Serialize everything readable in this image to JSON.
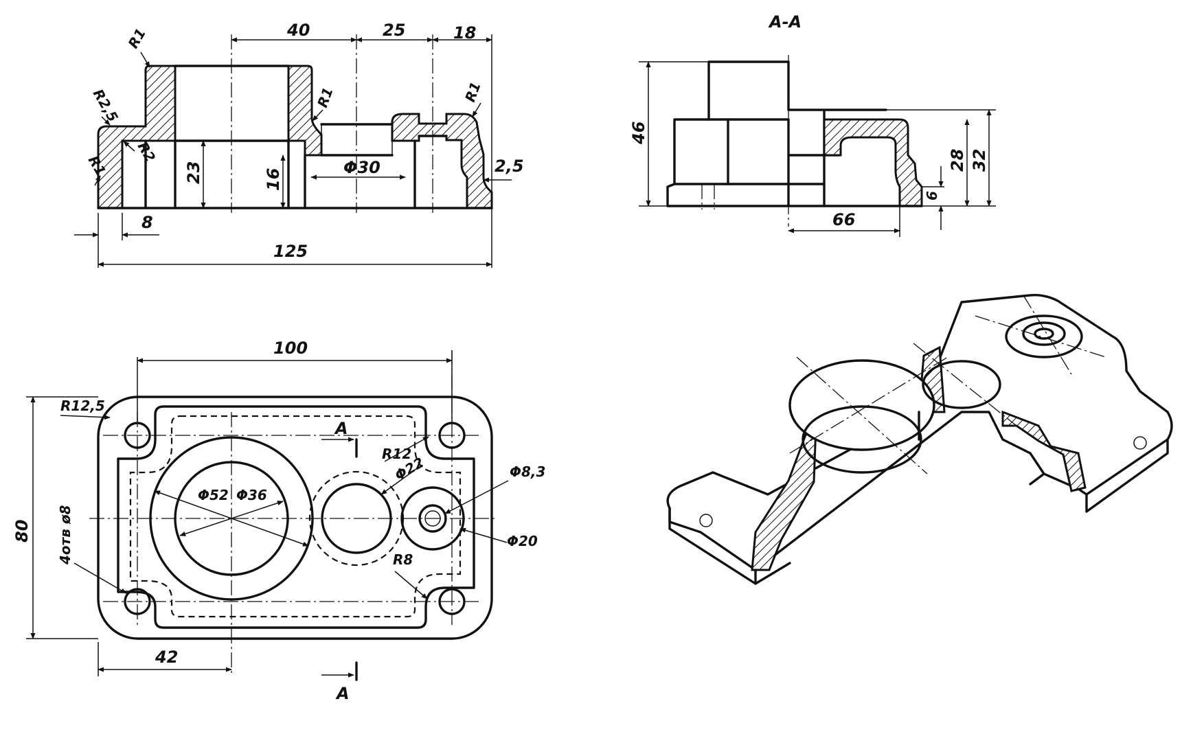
{
  "section_title": "A-A",
  "front_view": {
    "dim_40": "40",
    "dim_25": "25",
    "dim_18": "18",
    "dim_8": "8",
    "dim_125": "125",
    "dim_23": "23",
    "dim_16": "16",
    "dim_2_5": "2,5",
    "dim_d30": "Φ30",
    "r1_a": "R1",
    "r1_b": "R1",
    "r1_c": "R1",
    "r1_d": "R1",
    "r2_5": "R2,5",
    "r2": "R2"
  },
  "section_view": {
    "dim_46": "46",
    "dim_28": "28",
    "dim_32": "32",
    "dim_6": "6",
    "dim_66": "66"
  },
  "top_view": {
    "dim_100": "100",
    "dim_80": "80",
    "dim_42": "42",
    "r12_5": "R12,5",
    "r12": "R12",
    "r8": "R8",
    "d52": "Φ52",
    "d36": "Φ36",
    "d22": "Φ22",
    "d8_3": "Φ8,3",
    "d20": "Φ20",
    "holes_note": "4отв ø8",
    "cut_a_top": "A",
    "cut_a_bottom": "A"
  }
}
